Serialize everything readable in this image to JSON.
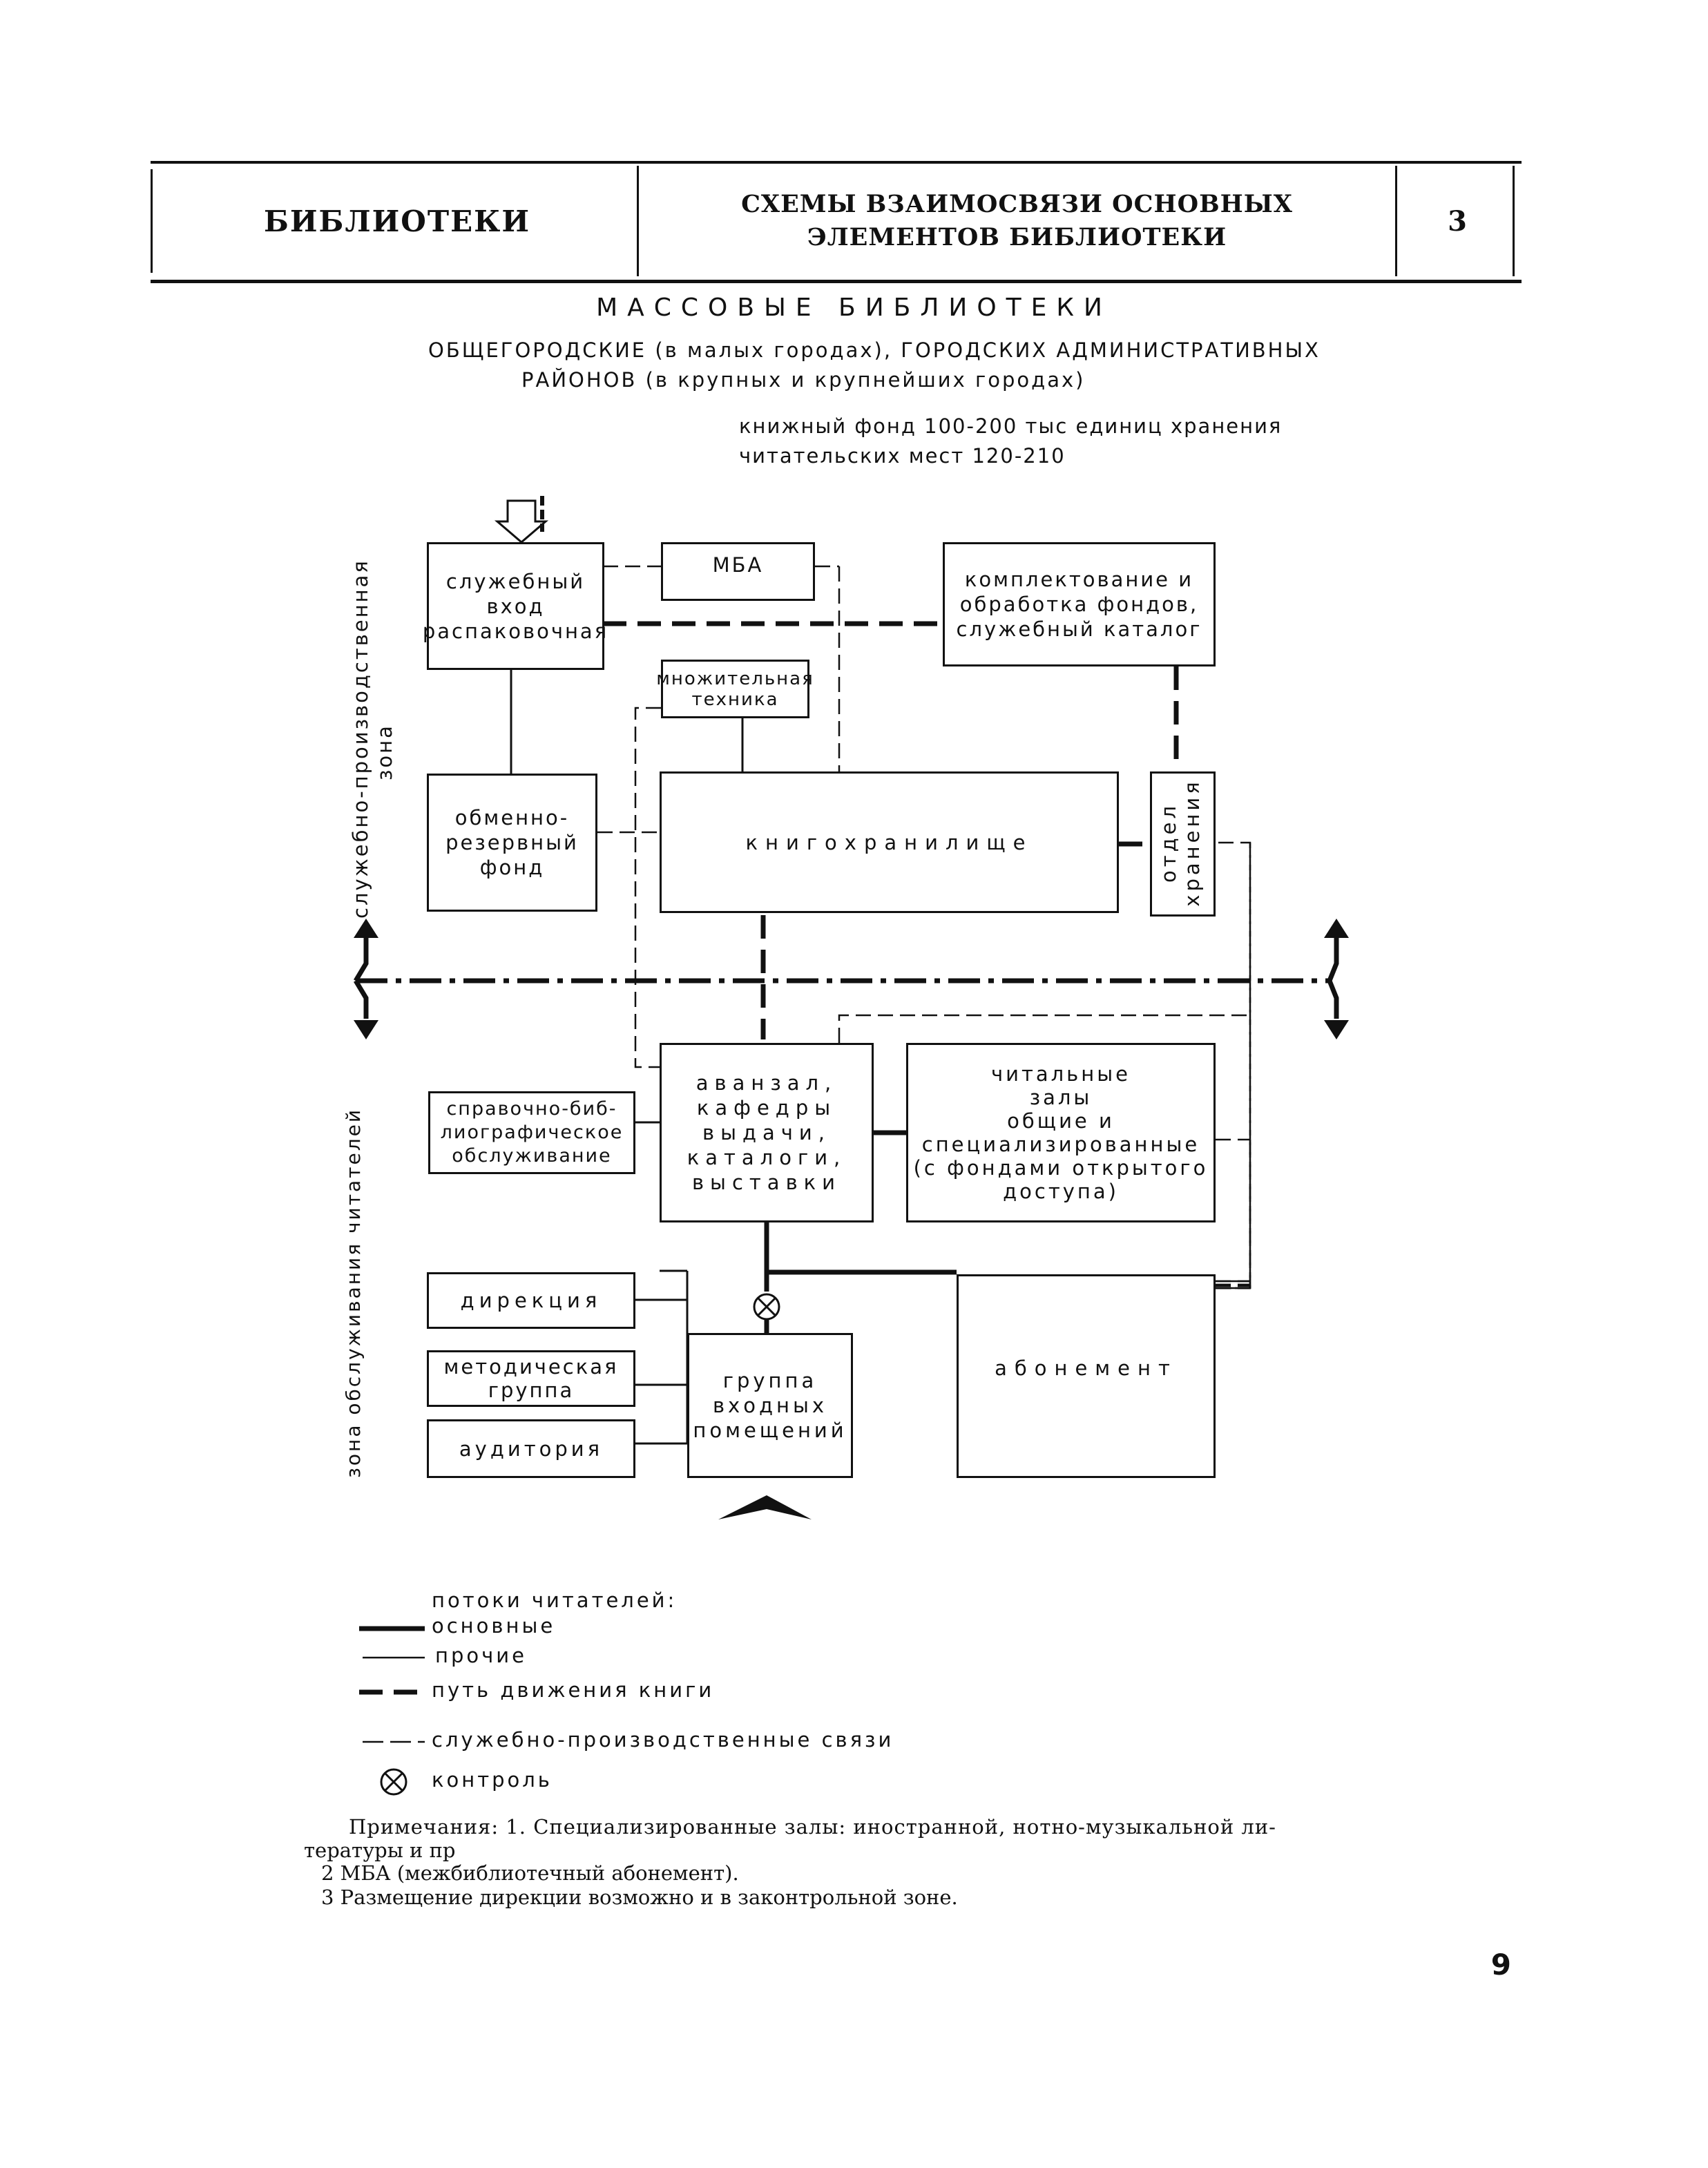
{
  "header": {
    "left": "БИБЛИОТЕКИ",
    "middle_line1": "СХЕМЫ ВЗАИМОСВЯЗИ ОСНОВНЫХ",
    "middle_line2": "ЭЛЕМЕНТОВ БИБЛИОТЕКИ",
    "right": "3"
  },
  "titles": {
    "main": "МАССОВЫЕ БИБЛИОТЕКИ",
    "sub1": "ОБЩЕГОРОДСКИЕ (в малых городах), ГОРОДСКИХ АДМИНИСТРАТИВНЫХ",
    "sub2": "РАЙОНОВ (в крупных и крупнейших городах)",
    "stat1": "книжный фонд 100-200 тыс единиц хранения",
    "stat2": "читательских мест 120-210"
  },
  "zones": {
    "service": "служебно-производственная",
    "service_suffix": "зона",
    "readers": "зона обслуживания читателей"
  },
  "boxes": {
    "service_entrance": "служебный\nвход\nраспаковочная",
    "mba": "МБА",
    "acquisition": "комплектование и\nобработка фондов,\nслужебный каталог",
    "copying": "множительная\nтехника",
    "exchange_reserve": "обменно-\nрезервный\nфонд",
    "book_storage": "книгохранилище",
    "storage_dept": "отдел\nхранения",
    "lobby": "аванзал,\nкафедры\nвыдачи,\nкаталоги,\nвыставки",
    "reading_rooms": "читальные\nзалы\nобщие и\nспециализированные\n(с фондами открытого\nдоступа)",
    "reference": "справочно-биб-\nлиографическое\nобслуживание",
    "directorate": "дирекция",
    "methodical": "методическая\nгруппа",
    "auditorium": "аудитория",
    "entry_group": "группа\nвходных\nпомещений",
    "lending": "абонемент"
  },
  "legend": {
    "heading": "потоки читателей:",
    "main": "основные",
    "other": "прочие",
    "book_path": "путь движения книги",
    "service_links": "служебно-производственные связи",
    "control": "контроль"
  },
  "notes": {
    "line1": "Примечания: 1. Специализированные залы: иностранной, нотно-музыкальной ли-",
    "line2": "тературы и пр",
    "line3": "2 МБА (межбиблиотечный абонемент).",
    "line4": "3 Размещение дирекции возможно и в законтрольной зоне."
  },
  "page_number": "9"
}
